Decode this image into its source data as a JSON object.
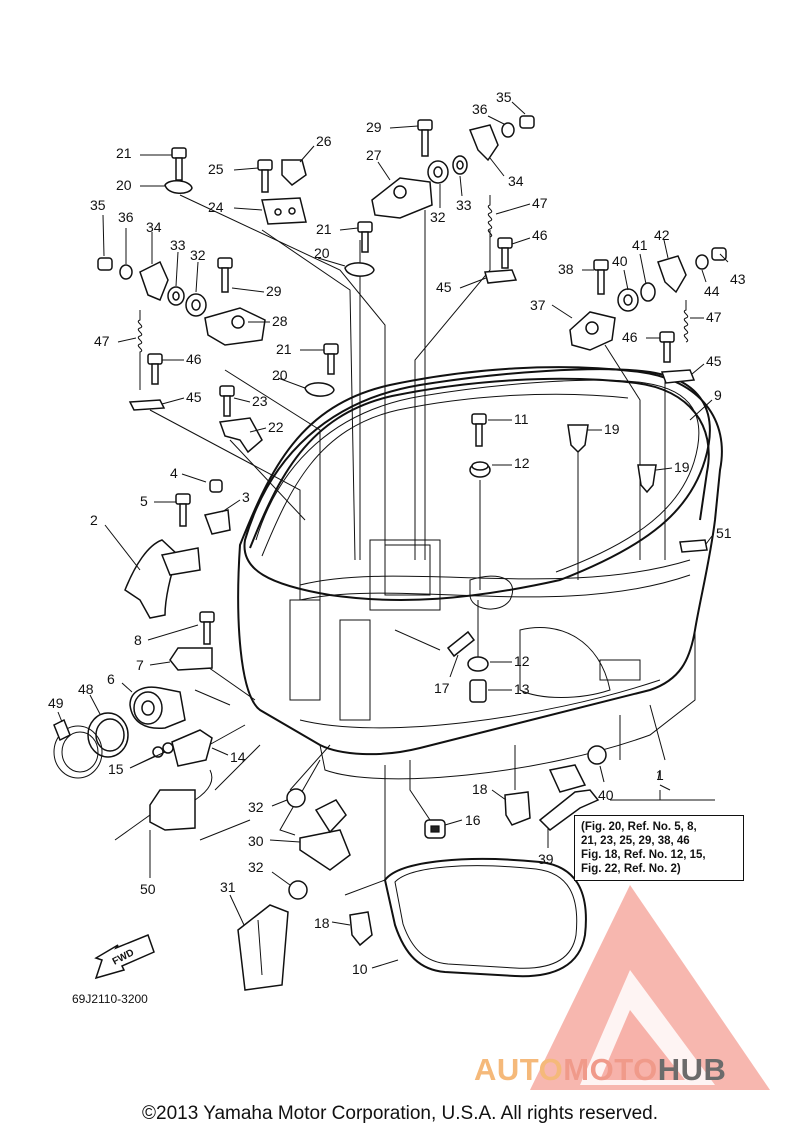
{
  "diagram": {
    "callouts": [
      "1",
      "2",
      "3",
      "4",
      "5",
      "6",
      "7",
      "8",
      "9",
      "10",
      "11",
      "12",
      "12",
      "13",
      "14",
      "15",
      "16",
      "17",
      "18",
      "18",
      "19",
      "19",
      "20",
      "20",
      "20",
      "21",
      "21",
      "21",
      "22",
      "23",
      "24",
      "25",
      "26",
      "27",
      "28",
      "29",
      "29",
      "30",
      "31",
      "32",
      "32",
      "32",
      "33",
      "33",
      "34",
      "34",
      "35",
      "35",
      "36",
      "36",
      "37",
      "38",
      "39",
      "40",
      "40",
      "41",
      "42",
      "43",
      "44",
      "45",
      "45",
      "45",
      "46",
      "46",
      "46",
      "47",
      "47",
      "47",
      "48",
      "49",
      "50",
      "51"
    ],
    "note_lines": [
      "(Fig. 20, Ref. No. 5, 8,",
      " 21, 23, 25, 29, 38, 46",
      " Fig. 18, Ref. No. 12, 15,",
      " Fig. 22, Ref. No. 2)"
    ],
    "fwd_label": "FWD",
    "catalog_code": "69J2110-3200"
  },
  "watermark": {
    "brand_parts": [
      "AUTO",
      "MOTO",
      "HUB"
    ],
    "colors": {
      "auto": "#f5b97a",
      "moto": "#f09a8a",
      "hub": "#6b6b6b",
      "triangle": "#f07b6e"
    }
  },
  "footer": {
    "copyright": "©2013 Yamaha Motor Corporation, U.S.A. All rights reserved."
  }
}
